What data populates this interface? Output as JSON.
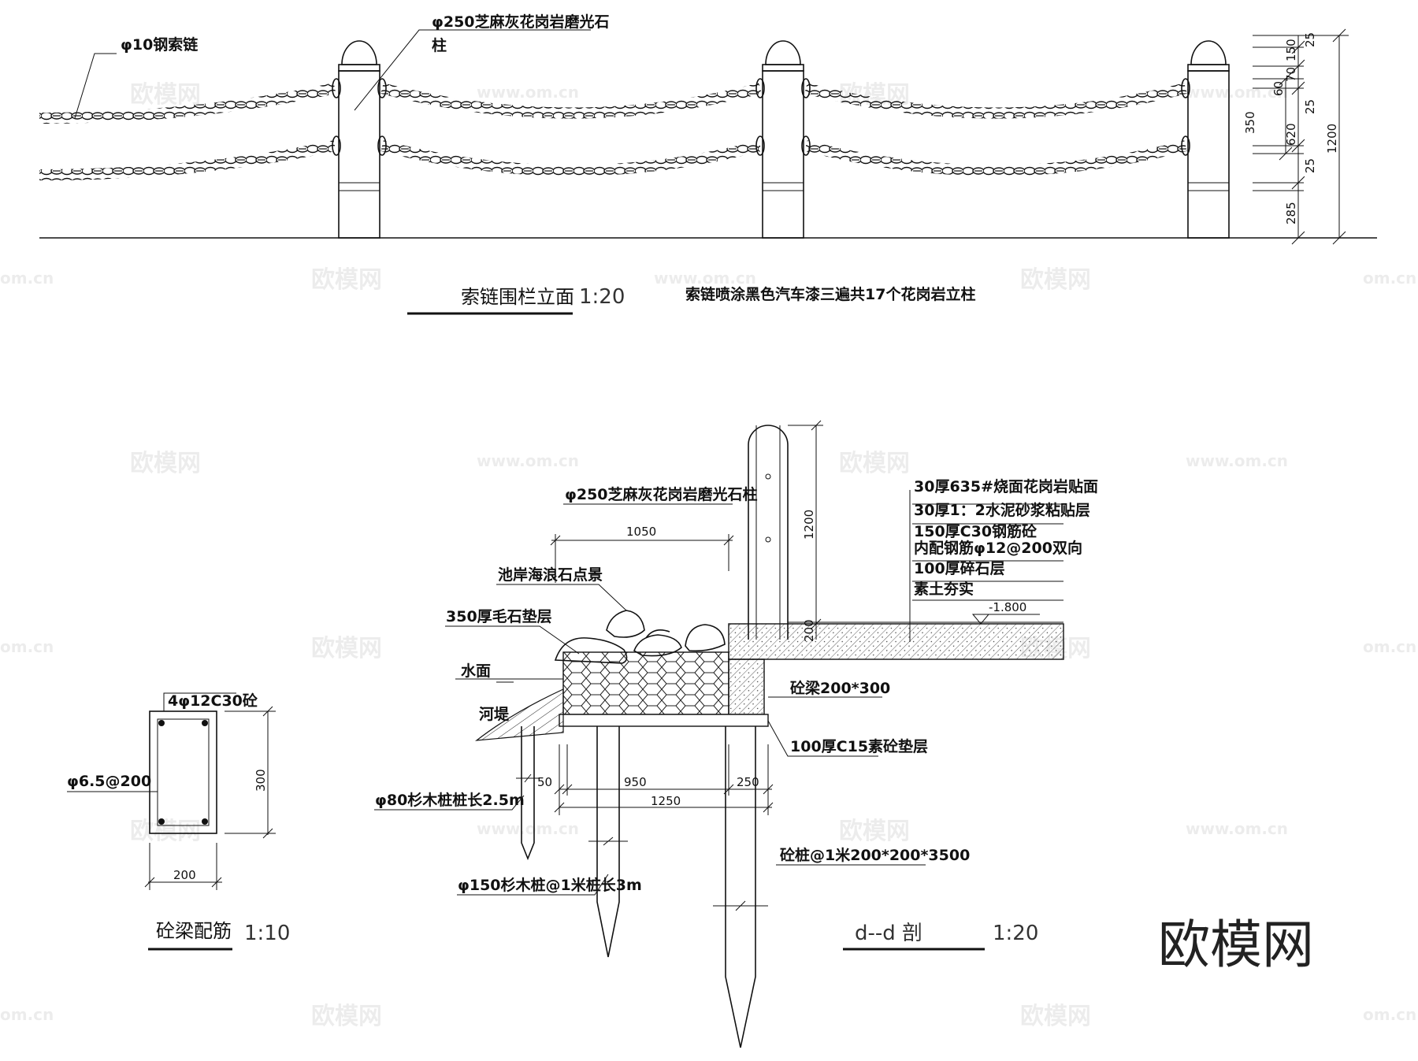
{
  "elevation": {
    "label_chain": "φ10钢索链",
    "label_post": "φ250芝麻灰花岗岩磨光石",
    "label_post_2": "柱",
    "title": "索链围栏立面",
    "scale": "1:20",
    "note": "索链喷涂黑色汽车漆三遍共17个花岗岩立柱",
    "dims": {
      "d25a": "25",
      "d150": "150",
      "d70": "70",
      "d60": "60",
      "d25b": "25",
      "d350": "350",
      "d620": "620",
      "d25c": "25",
      "d1200": "1200",
      "d285": "285"
    }
  },
  "section": {
    "label_post": "φ250芝麻灰花岗岩磨光石柱",
    "dim_1050": "1050",
    "dim_1200": "1200",
    "label_rock": "池岸海浪石点景",
    "label_rubble": "350厚毛石垫层",
    "label_water": "水面",
    "label_bank": "河堤",
    "label_beam": "砼梁200*300",
    "label_cushion": "100厚C15素砼垫层",
    "label_woodpile_small": "φ80杉木桩桩长2.5m",
    "label_woodpile_big": "φ150杉木桩@1米桩长3m",
    "label_concpile": "砼桩@1米200*200*3500",
    "dim_50": "50",
    "dim_950": "950",
    "dim_250": "250",
    "dim_1250": "1250",
    "dim_200": "200",
    "level": "-1.800",
    "layers": [
      "30厚635#烧面花岗岩贴面",
      "30厚1：2水泥砂浆粘贴层",
      "150厚C30钢筋砼",
      "内配钢筋φ12@200双向",
      "100厚碎石层",
      "素土夯实"
    ],
    "title": "d--d 剖",
    "scale": "1:20"
  },
  "beam": {
    "label_top": "4φ12C30砼",
    "label_stirrup": "φ6.5@200",
    "dim_300": "300",
    "dim_200": "200",
    "title": "砼梁配筋",
    "scale": "1:10"
  },
  "watermark": {
    "cn": "欧模网",
    "url": "www.om.cn",
    "url_short": "om.cn",
    "brand": "欧模网"
  }
}
